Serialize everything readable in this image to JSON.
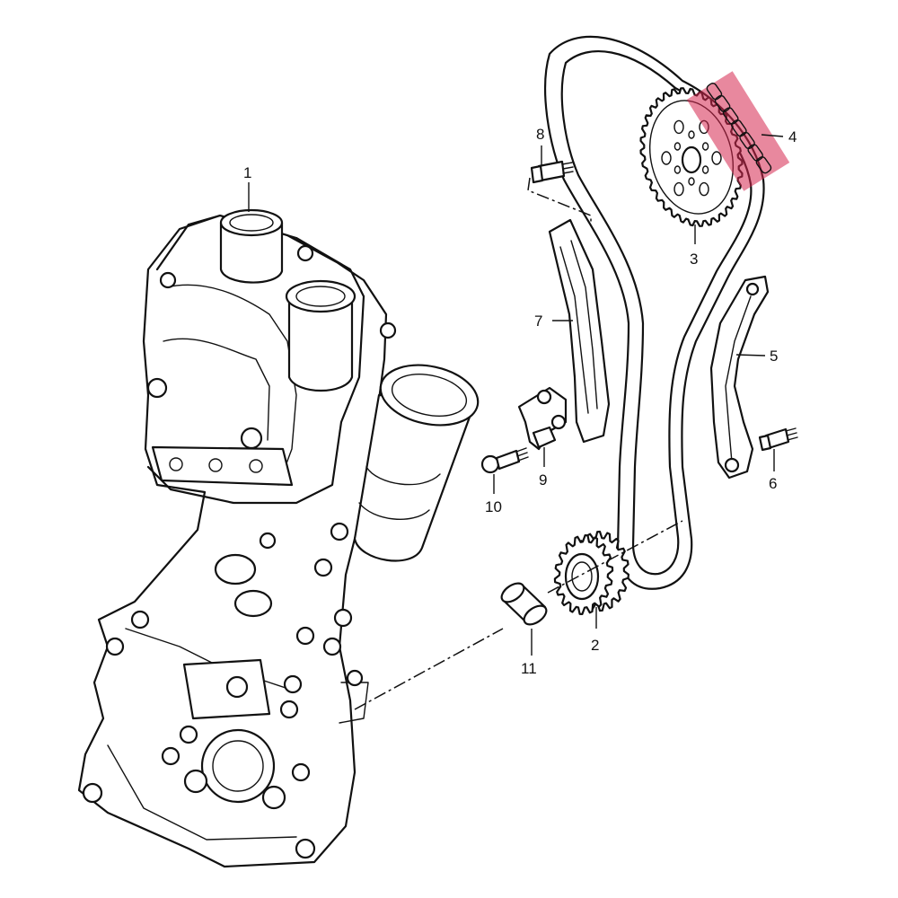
{
  "callouts": [
    {
      "id": "1",
      "text": "1"
    },
    {
      "id": "2",
      "text": "2"
    },
    {
      "id": "3",
      "text": "3"
    },
    {
      "id": "4",
      "text": "4"
    },
    {
      "id": "5",
      "text": "5"
    },
    {
      "id": "6",
      "text": "6"
    },
    {
      "id": "7",
      "text": "7"
    },
    {
      "id": "8",
      "text": "8"
    },
    {
      "id": "9",
      "text": "9"
    },
    {
      "id": "10",
      "text": "10"
    },
    {
      "id": "11",
      "text": "11"
    }
  ],
  "colors": {
    "line": "#111111",
    "background": "#ffffff",
    "highlight": "#d6264f"
  },
  "highlighted_part": "4"
}
